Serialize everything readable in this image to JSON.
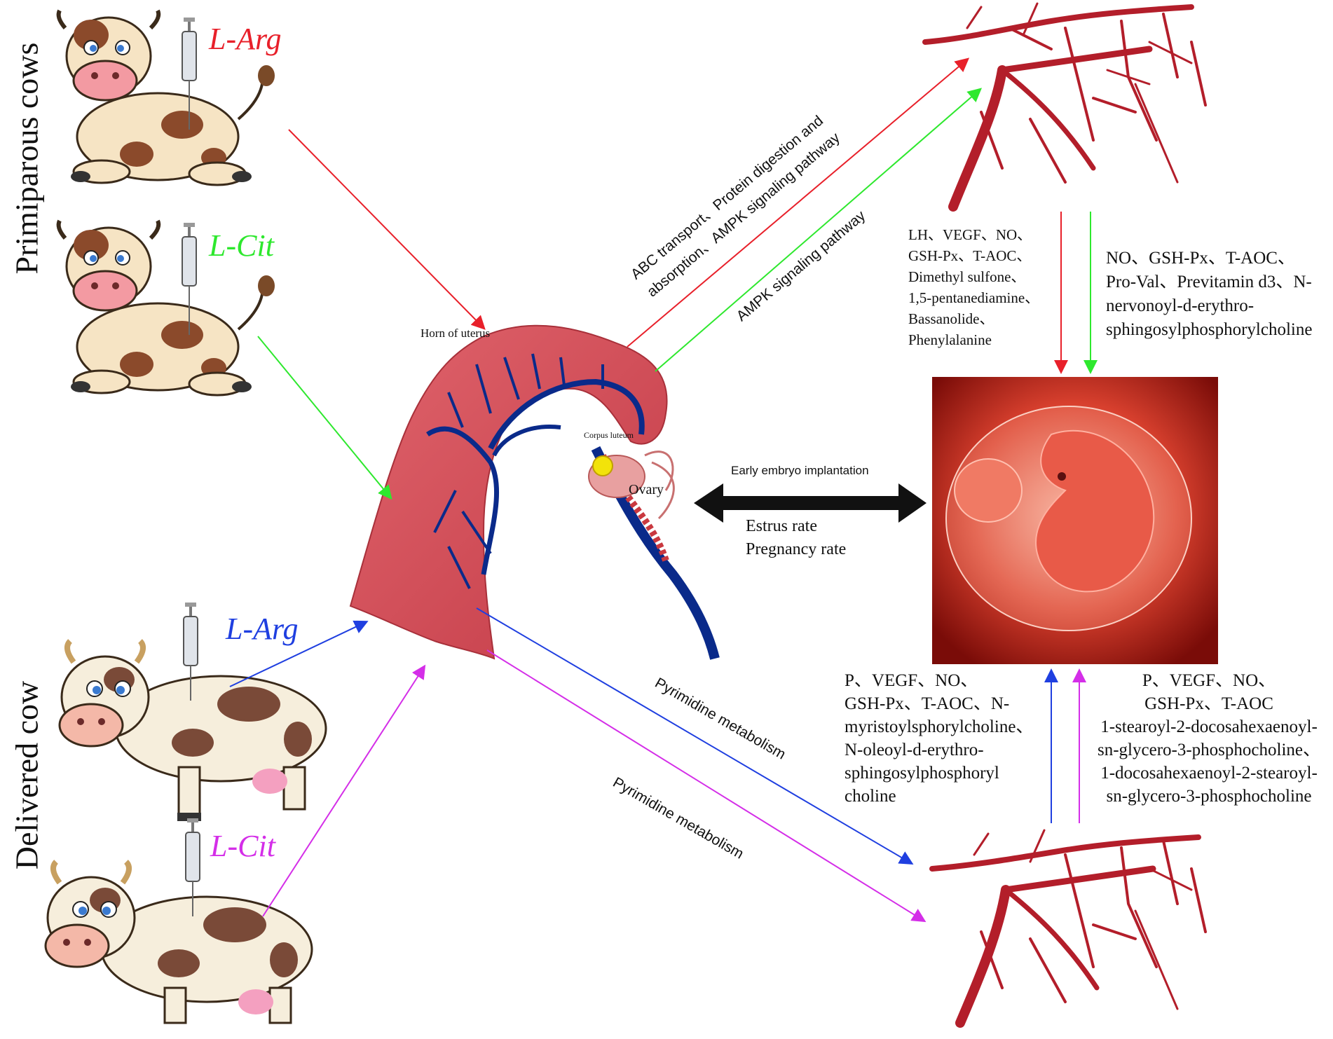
{
  "groups": {
    "primiparous": "Primiparous cows",
    "delivered": "Delivered cow"
  },
  "treatments": {
    "primi_arg": {
      "label": "L-Arg",
      "color": "#e8202a"
    },
    "primi_cit": {
      "label": "L-Cit",
      "color": "#2ee82e"
    },
    "deliv_arg": {
      "label": "L-Arg",
      "color": "#1f3fe0"
    },
    "deliv_cit": {
      "label": "L-Cit",
      "color": "#d42ee8"
    }
  },
  "uterus": {
    "horn_label": "Horn of uterus",
    "corpus_label": "Corpus luteum",
    "ovary_label": "Ovary"
  },
  "pathways": {
    "primi_arg_line1": "ABC transport、Protein digestion and",
    "primi_arg_line2": "absorption、AMPK signaling pathway",
    "primi_cit": "AMPK signaling pathway",
    "deliv_arg": "Pyrimidine metabolism",
    "deliv_cit": "Pyrimidine metabolism"
  },
  "center": {
    "implantation": "Early embryo implantation",
    "estrus": "Estrus rate",
    "pregnancy": "Pregnancy rate"
  },
  "markers": {
    "primi_arg": [
      "LH、VEGF、NO、",
      "GSH-Px、T-AOC、",
      "Dimethyl sulfone、",
      "1,5-pentanediamine、",
      "Bassanolide、",
      "Phenylalanine"
    ],
    "primi_cit": [
      "NO、GSH-Px、T-AOC、",
      "Pro-Val、Previtamin d3、N-",
      "nervonoyl-d-erythro-",
      "sphingosylphosphorylcholine"
    ],
    "deliv_arg": [
      "P、VEGF、NO、",
      "GSH-Px、T-AOC、N-",
      "myristoylsphorylcholine、",
      "N-oleoyl-d-erythro-",
      "sphingosylphosphoryl",
      "choline"
    ],
    "deliv_cit": [
      "P、VEGF、NO、",
      "GSH-Px、T-AOC",
      "1-stearoyl-2-docosahexaenoyl-",
      "sn-glycero-3-phosphocholine、",
      "1-docosahexaenoyl-2-stearoyl-",
      "sn-glycero-3-phosphocholine"
    ]
  }
}
